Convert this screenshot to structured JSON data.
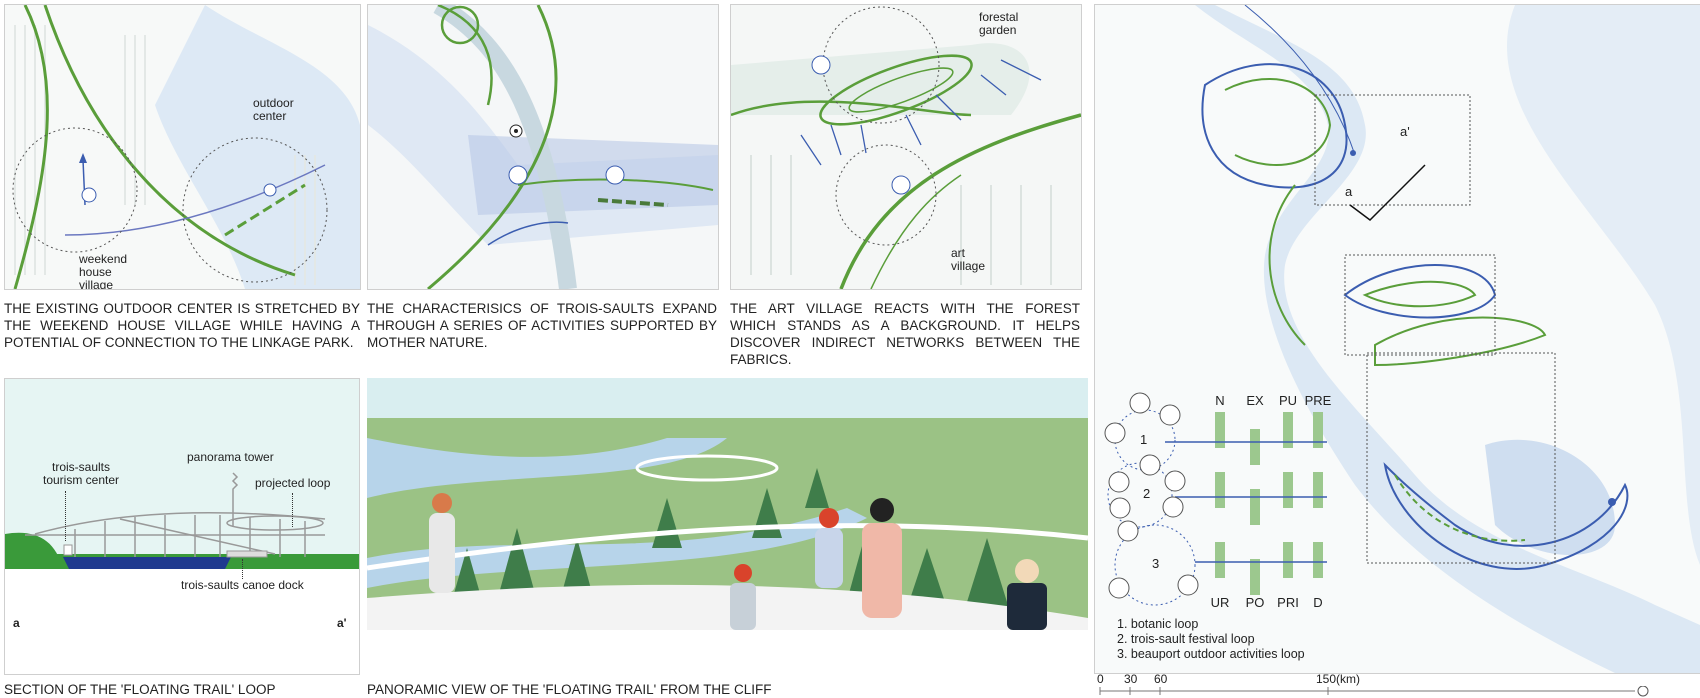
{
  "panels": {
    "outdoor_center": {
      "labels": {
        "outdoor_center": "outdoor center",
        "weekend_village": "weekend house village"
      },
      "caption": "THE EXISTING OUTDOOR CENTER IS STRETCHED BY THE WEEKEND HOUSE VILLAGE WHILE HAVING A POTENTIAL OF CONNECTION TO THE LINKAGE PARK."
    },
    "trois_saults": {
      "caption": "THE CHARACTERISICS OF TROIS-SAULTS EXPAND THROUGH A SERIES OF ACTIVITIES SUPPORTED BY MOTHER NATURE."
    },
    "art_village": {
      "labels": {
        "forestal_garden": "forestal garden",
        "art_village": "art village"
      },
      "caption": "THE ART VILLAGE REACTS WITH THE FOREST WHICH STANDS AS A BACKGROUND. IT HELPS DISCOVER INDIRECT NETWORKS BETWEEN THE FABRICS."
    },
    "section": {
      "labels": {
        "tourism_center": "trois-saults tourism center",
        "panorama_tower": "panorama tower",
        "projected_loop": "projected loop",
        "canoe_dock": "trois-saults canoe dock",
        "a": "a",
        "a_prime": "a'"
      },
      "caption": "SECTION OF THE 'FLOATING TRAIL' LOOP"
    },
    "panorama": {
      "caption": "PANORAMIC VIEW OF THE 'FLOATING TRAIL' FROM THE CLIFF"
    }
  },
  "map": {
    "section_marks": {
      "a": "a",
      "a_prime": "a'"
    },
    "legend": {
      "top_columns": [
        "N",
        "EX",
        "PU",
        "PRE"
      ],
      "bottom_columns": [
        "UR",
        "PO",
        "PRI",
        "D"
      ],
      "loop_numbers": [
        "1",
        "2",
        "3"
      ],
      "items": [
        "1. botanic loop",
        "2. trois-sault festival loop",
        "3. beauport outdoor activities loop"
      ]
    },
    "scale_bar": {
      "ticks": [
        "0",
        "30",
        "60",
        "150(km)"
      ]
    },
    "icons": [
      "north-arrow-icon"
    ]
  },
  "colors": {
    "trail_green": "#5a9e3a",
    "trail_blue": "#3b5db0",
    "water": "#dce8f4",
    "section_water": "#1f3a8f",
    "section_ground": "#3a9a3a",
    "sky": "#e6f5f3"
  }
}
